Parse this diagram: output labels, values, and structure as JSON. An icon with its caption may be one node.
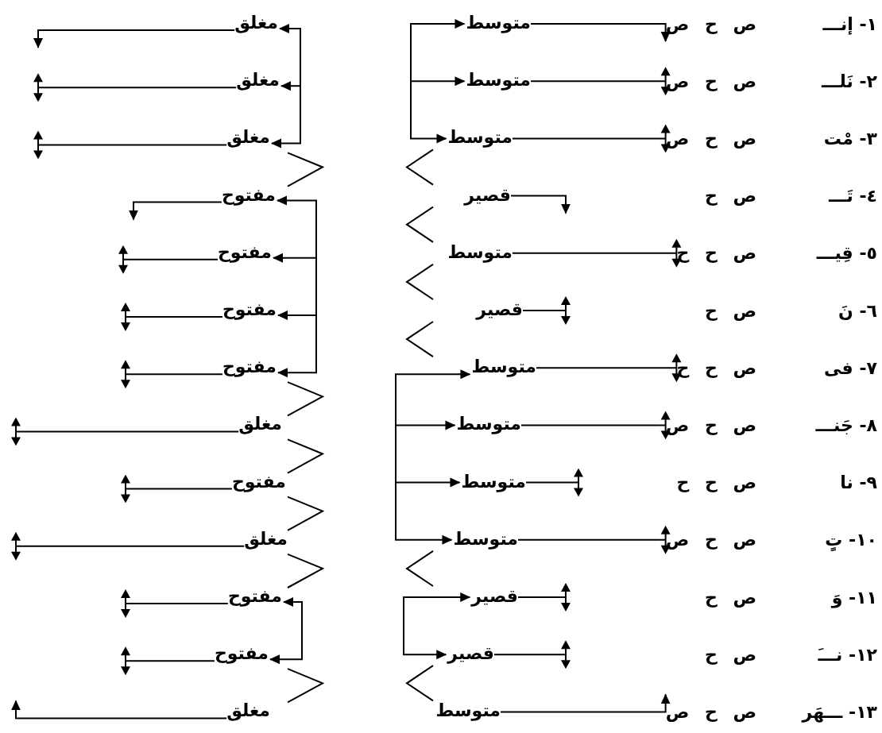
{
  "diagram": {
    "nodes": [
      {
        "text": [
          "١- إنـــ",
          "ص ح ص"
        ]
      },
      {
        "text": [
          "متوسط"
        ]
      },
      {
        "text": [
          "مغلق"
        ]
      },
      {
        "text": [
          "٢- نَلـــ",
          "ص ح ص"
        ]
      },
      {
        "text": [
          "متوسط"
        ]
      },
      {
        "text": [
          "مغلق"
        ]
      },
      {
        "text": [
          "٣- مْت",
          "ص ح ص"
        ]
      },
      {
        "text": [
          "متوسط"
        ]
      },
      {
        "text": [
          "مغلق"
        ]
      },
      {
        "text": [
          "٤- تَـــ",
          "ص ح"
        ]
      },
      {
        "text": [
          "قصير"
        ]
      },
      {
        "text": [
          "مفتوح"
        ]
      },
      {
        "text": [
          "٥- قِيـــ",
          "ص ح ح"
        ]
      },
      {
        "text": [
          "متوسط"
        ]
      },
      {
        "text": [
          "مفتوح"
        ]
      },
      {
        "text": [
          "٦- نَ",
          "ص ح"
        ]
      },
      {
        "text": [
          "قصير"
        ]
      },
      {
        "text": [
          "مفتوح"
        ]
      },
      {
        "text": [
          "٧- فى",
          "ص ح ح"
        ]
      },
      {
        "text": [
          "متوسط"
        ]
      },
      {
        "text": [
          "مفتوح"
        ]
      },
      {
        "text": [
          "٨- جَنـــ",
          "ص ح ص"
        ]
      },
      {
        "text": [
          "متوسط"
        ]
      },
      {
        "text": [
          "مغلق"
        ]
      },
      {
        "text": [
          "٩- نا",
          "ص ح ح"
        ]
      },
      {
        "text": [
          "متوسط"
        ]
      },
      {
        "text": [
          "مفتوح"
        ]
      },
      {
        "text": [
          "١٠- تٍ",
          "ص ح ص"
        ]
      },
      {
        "text": [
          "متوسط"
        ]
      },
      {
        "text": [
          "مغلق"
        ]
      },
      {
        "text": [
          "١١- وَ",
          "ص ح"
        ]
      },
      {
        "text": [
          "قصير"
        ]
      },
      {
        "text": [
          "مفتوح"
        ]
      },
      {
        "text": [
          "١٢- نـــَ",
          "ص ح"
        ]
      },
      {
        "text": [
          "قصير"
        ]
      },
      {
        "text": [
          "مفتوح"
        ]
      },
      {
        "text": [
          "١٣- ـــهَر",
          "ص ح ص"
        ]
      },
      {
        "text": [
          "متوسط"
        ]
      },
      {
        "text": [
          "مغلق"
        ]
      }
    ],
    "edges": [
      {
        "from": 1,
        "to": 0,
        "arrow": "to"
      },
      {
        "from": 2,
        "to": null,
        "arrow": "to"
      },
      {
        "from": 4,
        "to": 3,
        "arrow": "other"
      },
      {
        "from": 5,
        "to": null,
        "arrow": "other"
      },
      {
        "from": 7,
        "to": 6,
        "arrow": "other"
      },
      {
        "from": 8,
        "to": null,
        "arrow": "other"
      },
      {
        "from": 10,
        "to": null,
        "arrow": "to"
      },
      {
        "from": 11,
        "to": null,
        "arrow": "to"
      },
      {
        "from": 13,
        "to": 12,
        "arrow": "other"
      },
      {
        "from": 14,
        "to": null,
        "arrow": "other"
      },
      {
        "from": 16,
        "to": null,
        "arrow": "other"
      },
      {
        "from": 17,
        "to": null,
        "arrow": "other"
      },
      {
        "from": 19,
        "to": 18,
        "arrow": "other"
      },
      {
        "from": 20,
        "to": null,
        "arrow": "other"
      },
      {
        "from": 22,
        "to": 21,
        "arrow": "other"
      },
      {
        "from": 23,
        "to": null,
        "arrow": "other"
      },
      {
        "from": 25,
        "to": null,
        "arrow": "other"
      },
      {
        "from": 26,
        "to": null,
        "arrow": "other"
      },
      {
        "from": 28,
        "to": 27,
        "arrow": "other"
      },
      {
        "from": 29,
        "to": null,
        "arrow": "other"
      },
      {
        "from": 31,
        "to": null,
        "arrow": "other"
      },
      {
        "from": 32,
        "to": null,
        "arrow": "other"
      },
      {
        "from": 34,
        "to": null,
        "arrow": "other"
      },
      {
        "from": 35,
        "to": null,
        "arrow": "other"
      },
      {
        "from": 37,
        "to": 36,
        "arrow": "to"
      },
      {
        "from": 38,
        "to": null,
        "arrow": "to"
      },
      {
        "from": 1,
        "to": 7,
        "arrow": "both"
      },
      {
        "from": null,
        "to": 4,
        "arrow": "to"
      },
      {
        "from": 19,
        "to": 28,
        "arrow": "both"
      },
      {
        "from": null,
        "to": 22,
        "arrow": "to"
      },
      {
        "from": null,
        "to": 25,
        "arrow": "to"
      },
      {
        "from": 31,
        "to": 34,
        "arrow": "both"
      },
      {
        "from": 2,
        "to": 8,
        "arrow": "both"
      },
      {
        "from": null,
        "to": 5,
        "arrow": "to"
      },
      {
        "from": 11,
        "to": 20,
        "arrow": "both"
      },
      {
        "from": null,
        "to": 14,
        "arrow": "to"
      },
      {
        "from": null,
        "to": 17,
        "arrow": "to"
      },
      {
        "from": 32,
        "to": 35,
        "arrow": "both"
      }
    ]
  }
}
